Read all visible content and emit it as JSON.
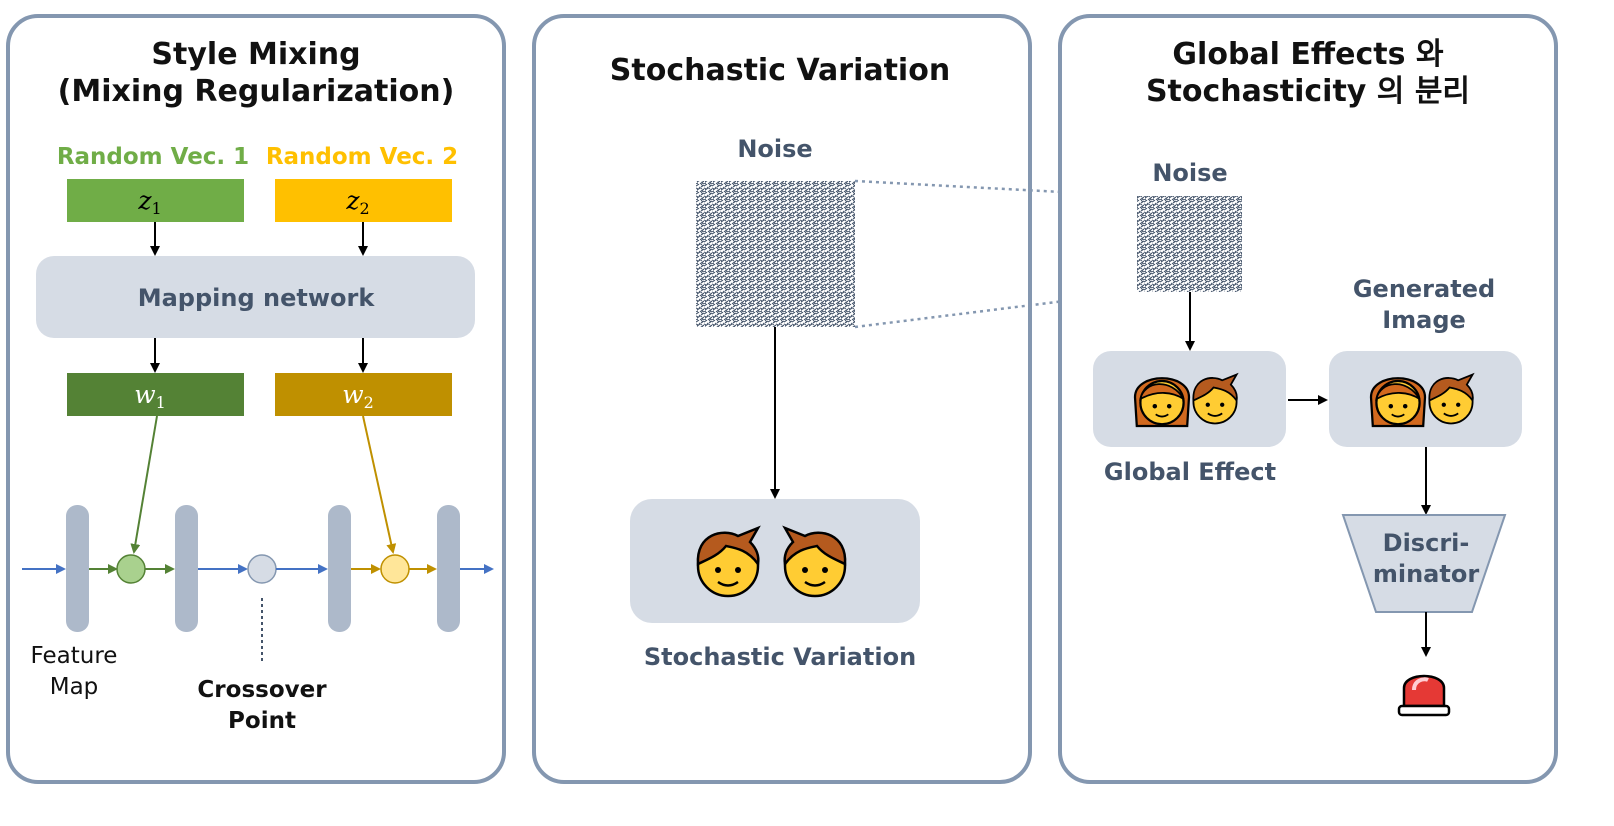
{
  "panels": {
    "style_mixing": {
      "title_line1": "Style Mixing",
      "title_line2": "(Mixing Regularization)",
      "random_vec_1": "Random Vec. 1",
      "random_vec_2": "Random Vec. 2",
      "z1": "z",
      "z1_sub": "1",
      "z2": "z",
      "z2_sub": "2",
      "mapping_network": "Mapping network",
      "w1": "w",
      "w1_sub": "1",
      "w2": "w",
      "w2_sub": "2",
      "feature_map_line1": "Feature",
      "feature_map_line2": "Map",
      "crossover_line1": "Crossover",
      "crossover_line2": "Point"
    },
    "stochastic_variation": {
      "title": "Stochastic Variation",
      "noise_label": "Noise",
      "caption": "Stochastic Variation"
    },
    "separation": {
      "title_line1": "Global Effects 와",
      "title_line2": "Stochasticity 의 분리",
      "noise_label": "Noise",
      "generated_line1": "Generated",
      "generated_line2": "Image",
      "global_effect": "Global Effect",
      "discriminator_line1": "Discri-",
      "discriminator_line2": "minator"
    }
  },
  "colors": {
    "panel_border": "#8497B0",
    "box_fill": "#D6DCE5",
    "label_text": "#44546A",
    "green_light": "#70AD47",
    "green_dark": "#548235",
    "yellow_light": "#FFC000",
    "yellow_dark": "#BF9000",
    "blue_arrow": "#4472C4",
    "feature_bar": "#ADB9CA"
  },
  "icons": {
    "noise_texture": "noise-pattern",
    "faces": [
      "boy-face-icon",
      "child-face-icon",
      "woman-face-icon",
      "man-face-icon"
    ],
    "alarm": "siren-icon"
  }
}
